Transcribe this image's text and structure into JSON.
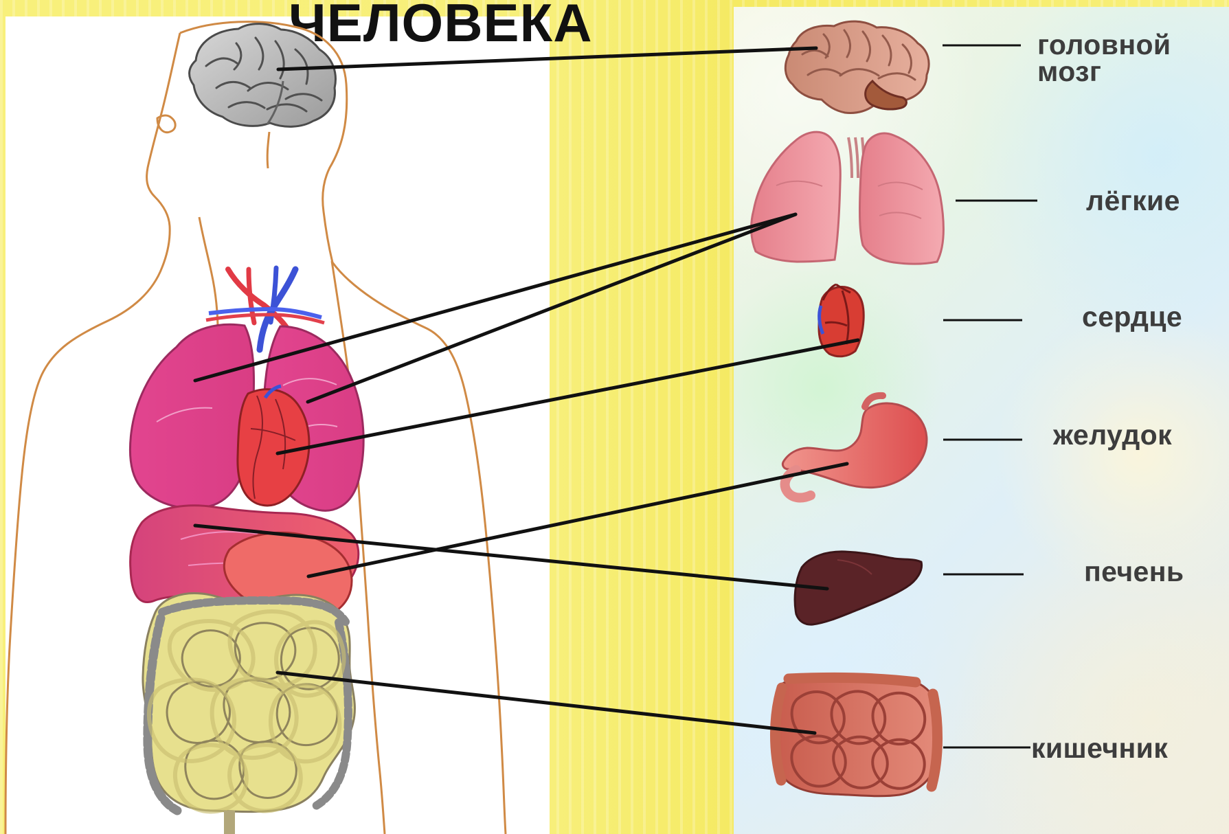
{
  "header": {
    "title": "ЧЕЛОВЕКА"
  },
  "labels": {
    "brain": "головной\nмозг",
    "lungs": "лёгкие",
    "heart": "сердце",
    "stomach": "желудок",
    "liver": "печень",
    "intestine": "кишечник"
  },
  "colors": {
    "background": "#f4ec72",
    "panel": "#ffffff",
    "labels": "#3d3d3d",
    "connectors": "#111111"
  }
}
